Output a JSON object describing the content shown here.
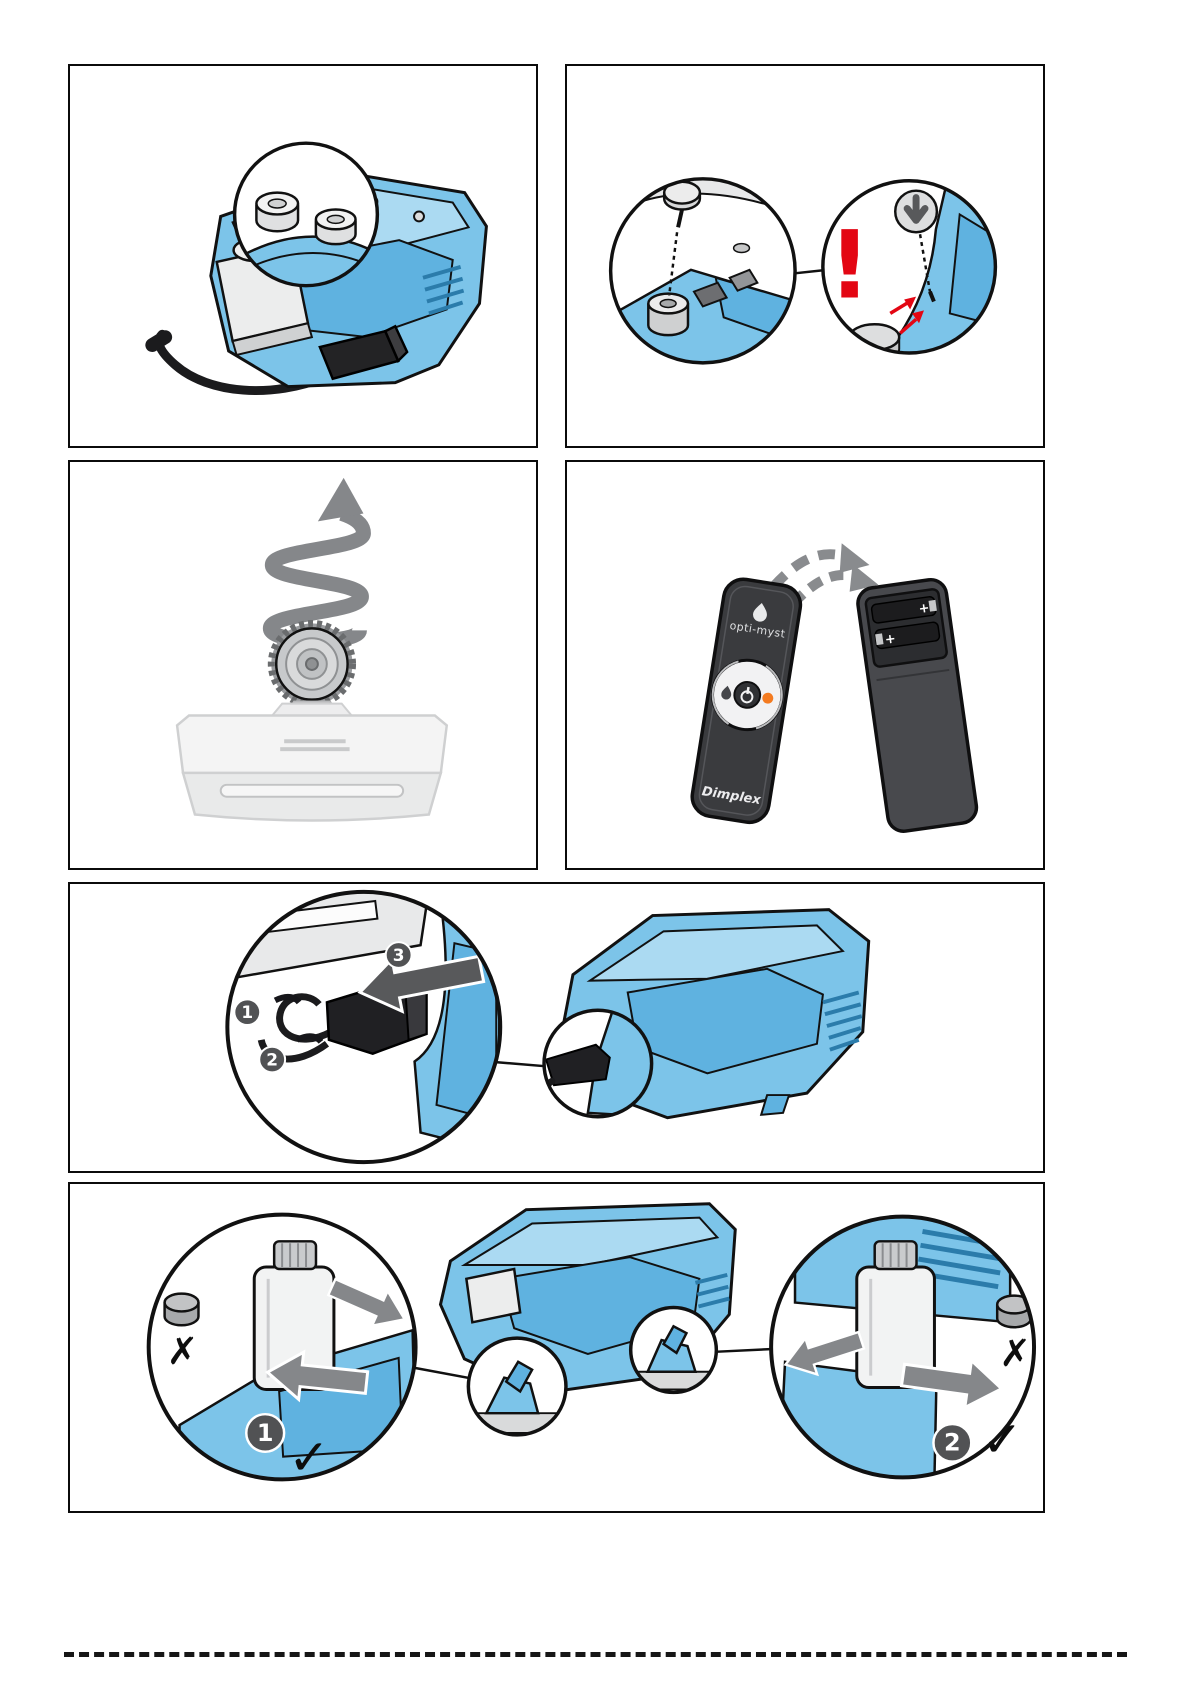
{
  "page": {
    "kind": "instruction-manual-illustration-sheet",
    "background": "#ffffff",
    "cut_line_present": true
  },
  "colors": {
    "illustration_blue": "#7cc4e9",
    "illustration_blue_dark": "#5fb2e0",
    "illustration_blue_light": "#abdaf2",
    "outline_black": "#111111",
    "arrow_gray": "#85878a",
    "badge_gray": "#515254",
    "warning_red": "#e30613",
    "remote_orange": "#f47b20"
  },
  "steps": {
    "one": "1",
    "two": "2",
    "three": "3"
  },
  "marks": {
    "warning": "!",
    "cross": "✗",
    "check": "✓",
    "plus": "+"
  },
  "remote": {
    "brand": "opti-myst",
    "logo": "Dimplex"
  },
  "figures": [
    {
      "name": "sump-assembly-caps-detail"
    },
    {
      "name": "screw-fitting-warning"
    },
    {
      "name": "tank-cap-unscrew"
    },
    {
      "name": "remote-control-batteries"
    },
    {
      "name": "power-cable-connection"
    },
    {
      "name": "water-tank-placement"
    }
  ]
}
